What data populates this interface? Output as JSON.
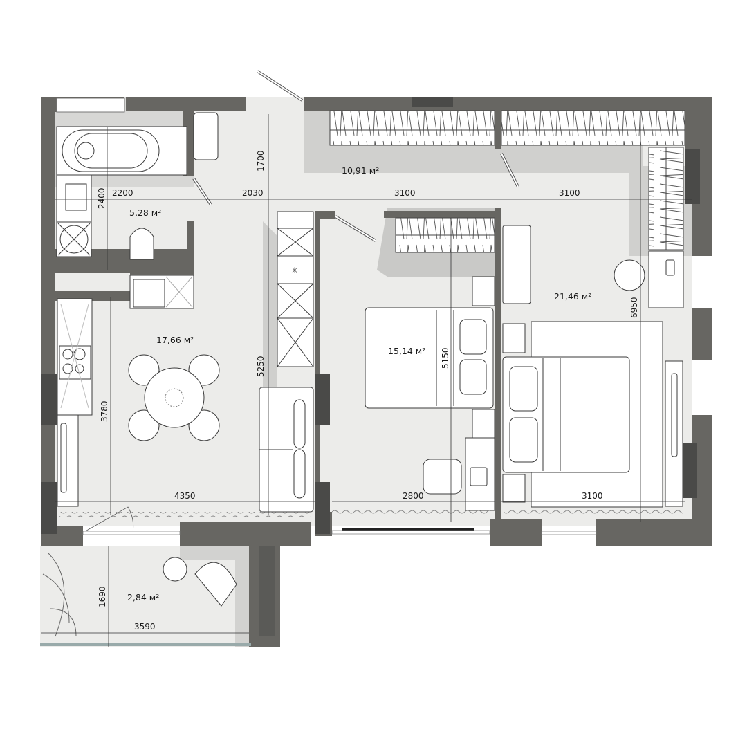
{
  "plan": {
    "type": "apartment floor plan",
    "colors": {
      "wall": "#676662",
      "wall_dark": "#4a4a48",
      "floor": "#ececea",
      "shadow": "#c8c8c6",
      "furniture": "#ffffff",
      "line": "#3a3a3a"
    },
    "rooms": [
      {
        "id": "bathroom",
        "area": "5,28 м²"
      },
      {
        "id": "hallway",
        "area": "10,91 м²"
      },
      {
        "id": "kitchen-living",
        "area": "17,66 м²"
      },
      {
        "id": "bedroom-1",
        "area": "15,14 м²"
      },
      {
        "id": "bedroom-2",
        "area": "21,46 м²"
      },
      {
        "id": "balcony",
        "area": "2,84 м²"
      }
    ],
    "dimensions": {
      "bath_width": "2200",
      "bath_height": "2400",
      "hall_corridor": "2030",
      "hall_height": "1700",
      "hall_span_1": "3100",
      "hall_span_2": "3100",
      "kitchen_height": "3780",
      "living_height": "5250",
      "kitchen_width": "4350",
      "bedroom1_height": "5150",
      "bedroom1_width": "2800",
      "bedroom2_width": "3100",
      "bedroom2_height": "6950",
      "balcony_height": "1690",
      "balcony_width": "3590"
    }
  }
}
